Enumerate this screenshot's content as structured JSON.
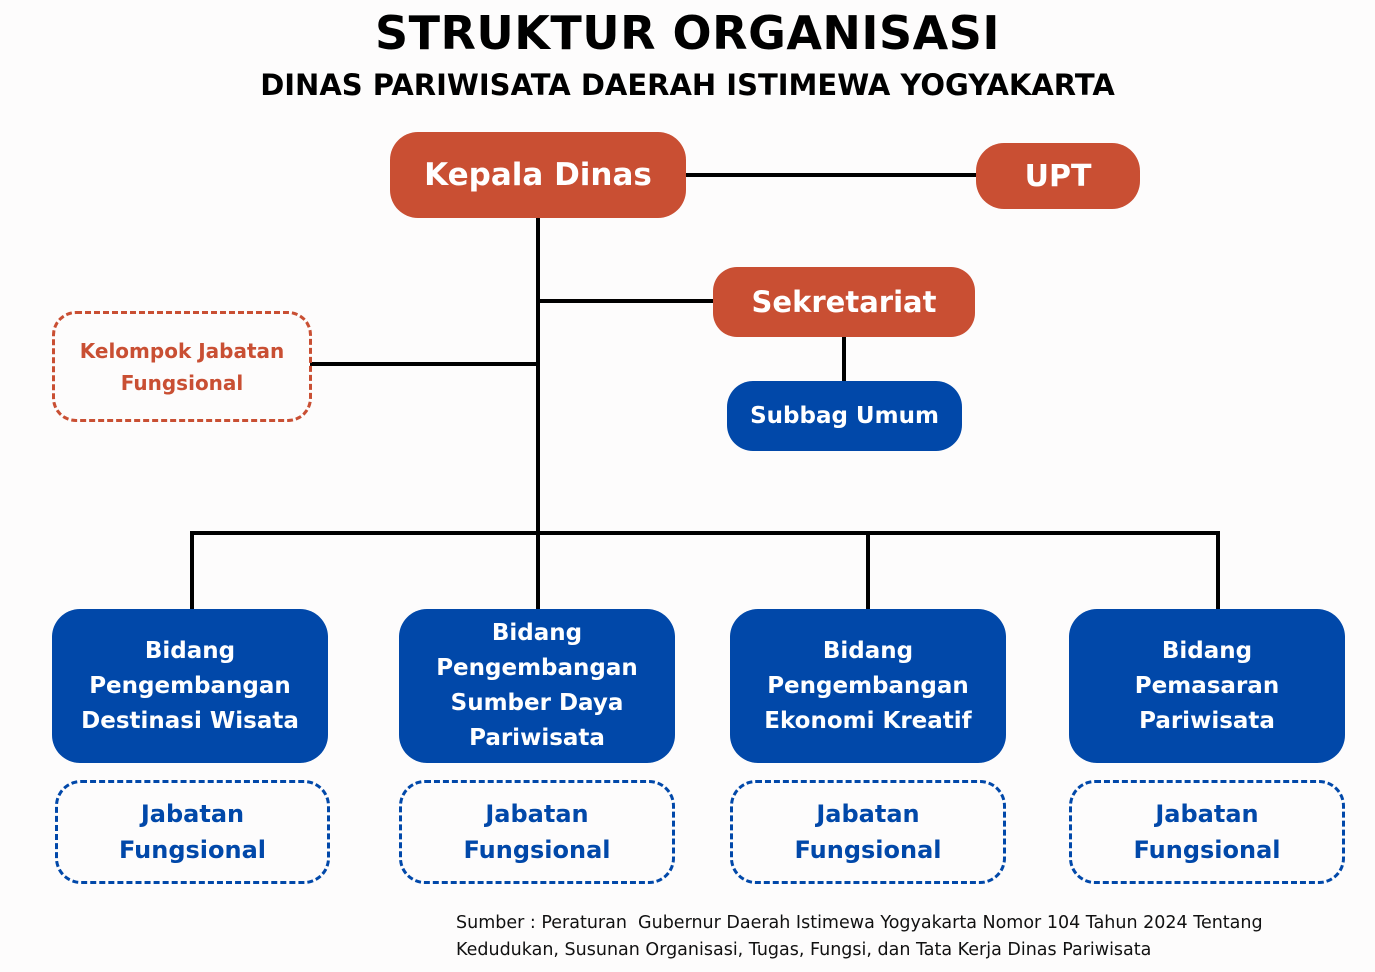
{
  "header": {
    "title": "STRUKTUR ORGANISASI",
    "subtitle": "DINAS PARIWISATA DAERAH ISTIMEWA YOGYAKARTA"
  },
  "nodes": {
    "kepala_dinas": "Kepala Dinas",
    "upt": "UPT",
    "sekretariat": "Sekretariat",
    "subbag_umum": "Subbag Umum",
    "kelompok_jabatan": [
      "Kelompok Jabatan",
      "Fungsional"
    ],
    "bidang": [
      {
        "lines": [
          "Bidang",
          "Pengembangan",
          "Destinasi Wisata"
        ],
        "jabatan": [
          "Jabatan",
          "Fungsional"
        ]
      },
      {
        "lines": [
          "Bidang",
          "Pengembangan",
          "Sumber Daya",
          "Pariwisata"
        ],
        "jabatan": [
          "Jabatan",
          "Fungsional"
        ]
      },
      {
        "lines": [
          "Bidang",
          "Pengembangan",
          "Ekonomi Kreatif"
        ],
        "jabatan": [
          "Jabatan",
          "Fungsional"
        ]
      },
      {
        "lines": [
          "Bidang",
          "Pemasaran",
          "Pariwisata"
        ],
        "jabatan": [
          "Jabatan",
          "Fungsional"
        ]
      }
    ]
  },
  "colors": {
    "leadership": "#c94f33",
    "unit": "#0148a9",
    "connector": "#000000"
  },
  "footer": {
    "source_line1": "Sumber : Peraturan  Gubernur Daerah Istimewa Yogyakarta Nomor 104 Tahun 2024 Tentang",
    "source_line2": "Kedudukan, Susunan Organisasi, Tugas, Fungsi, dan Tata Kerja Dinas Pariwisata"
  }
}
